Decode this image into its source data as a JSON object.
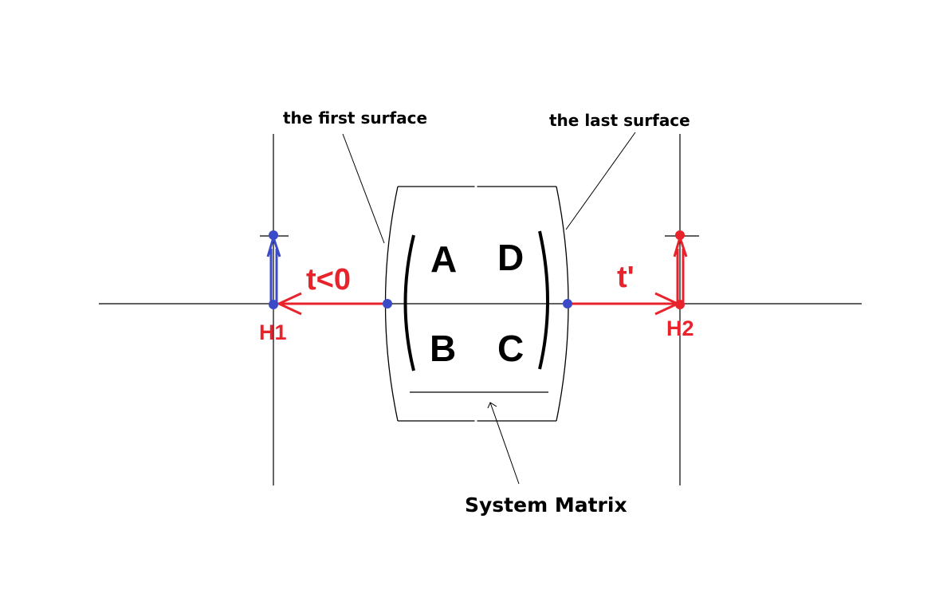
{
  "labels": {
    "first_surface": "the first surface",
    "last_surface": "the last surface",
    "system_matrix": "System Matrix",
    "t_left": "t<0",
    "t_right": "t'",
    "h1": "H1",
    "h2": "H2"
  },
  "matrix": {
    "a": "A",
    "d": "D",
    "b": "B",
    "c": "C"
  },
  "colors": {
    "red": "#e8232b",
    "blue": "#3b4bc8",
    "line": "#000000"
  }
}
